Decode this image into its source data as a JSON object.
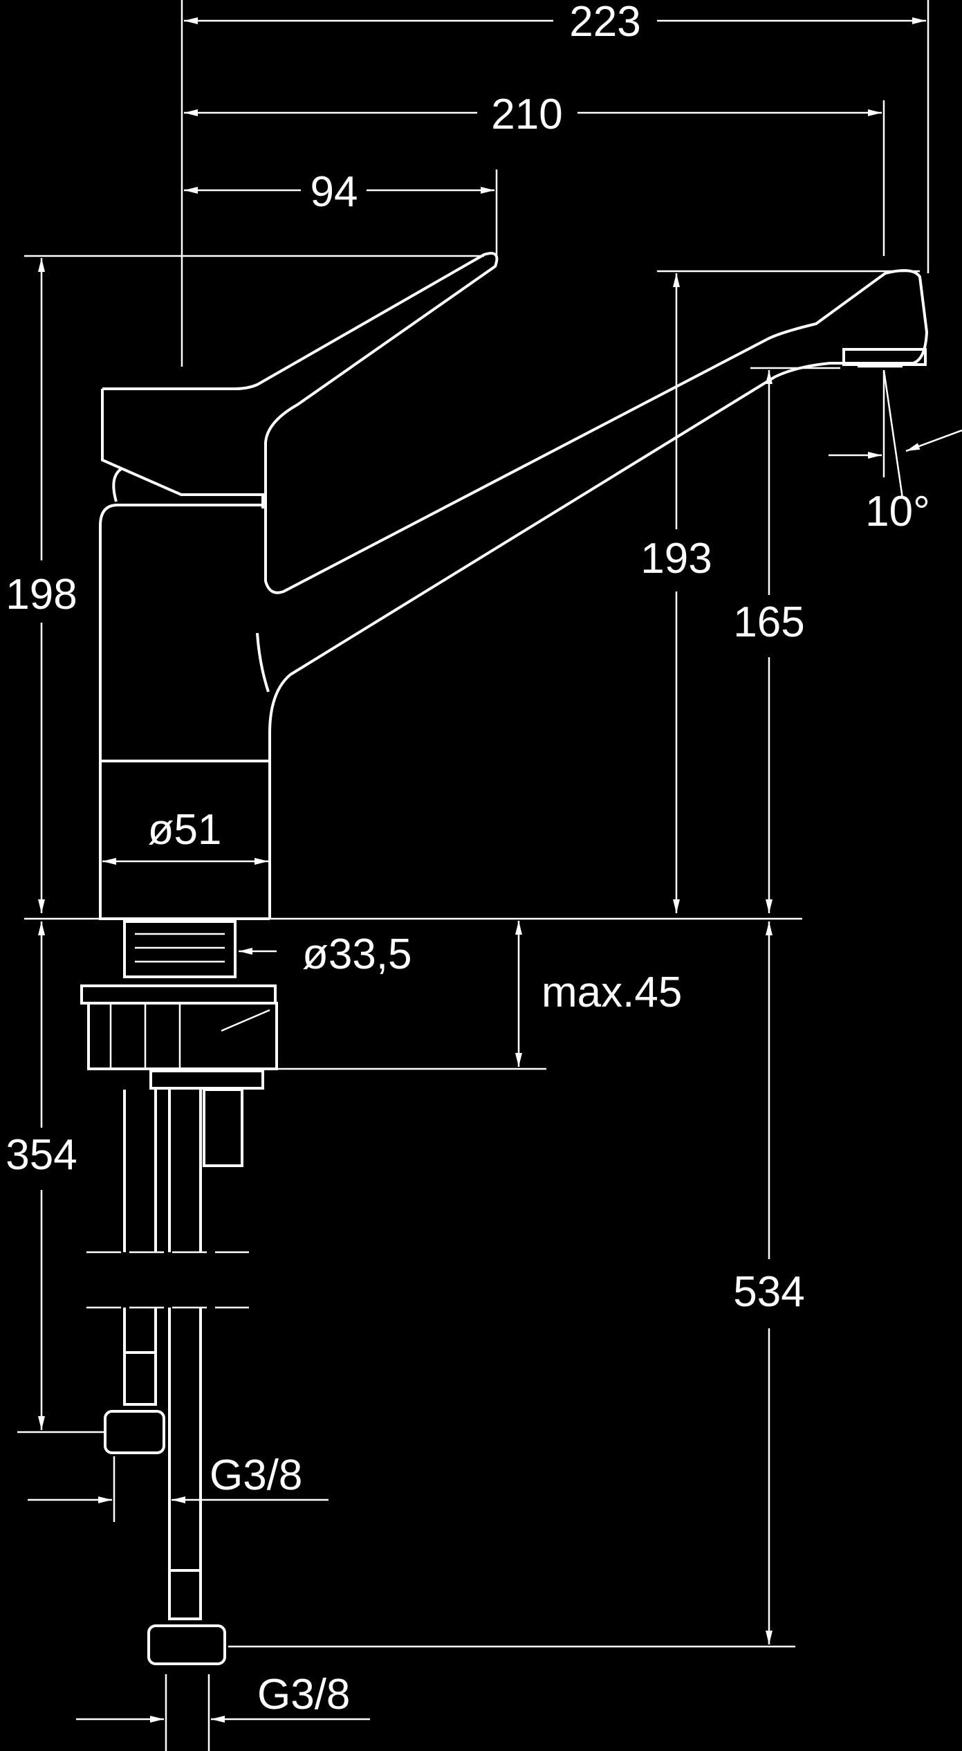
{
  "drawing": {
    "colors": {
      "background": "#000000",
      "line": "#ffffff"
    },
    "dimensions": {
      "overall_width": "223",
      "spout_reach": "210",
      "lever_offset": "94",
      "total_height": "198",
      "spout_height": "193",
      "outlet_height": "165",
      "spout_angle": "10°",
      "body_diameter": "ø51",
      "shank_diameter": "ø33,5",
      "max_deck_thickness": "max.45",
      "hose_length_short": "354",
      "hose_length_long": "534",
      "thread_upper": "G3/8",
      "thread_lower": "G3/8"
    }
  }
}
